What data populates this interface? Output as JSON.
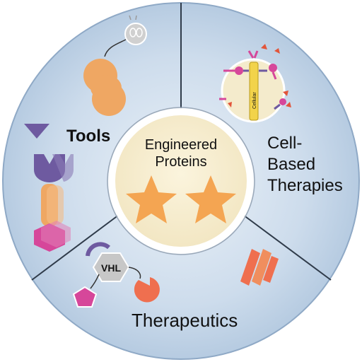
{
  "center": {
    "line1": "Engineered",
    "line2": "Proteins"
  },
  "segments": {
    "tools": "Tools",
    "cell_line1": "Cell-",
    "cell_line2": "Based",
    "cell_line3": "Therapies",
    "therapeutics": "Therapeutics"
  },
  "glyphs": {
    "vhl": "VHL",
    "cellular_label": "Cellular"
  },
  "colors": {
    "ring": "#9bb7d4",
    "segment_fill": "#c9d9ea",
    "divider": "#2f3b4a",
    "center_fill": "#f7edcf",
    "star": "#f4a552",
    "orange_shape": "#efa763",
    "pink_shape": "#d6479a",
    "purple_shape": "#6e5aa0",
    "coral_shape": "#ef6f4f",
    "gray_shape": "#c7c7c7"
  }
}
